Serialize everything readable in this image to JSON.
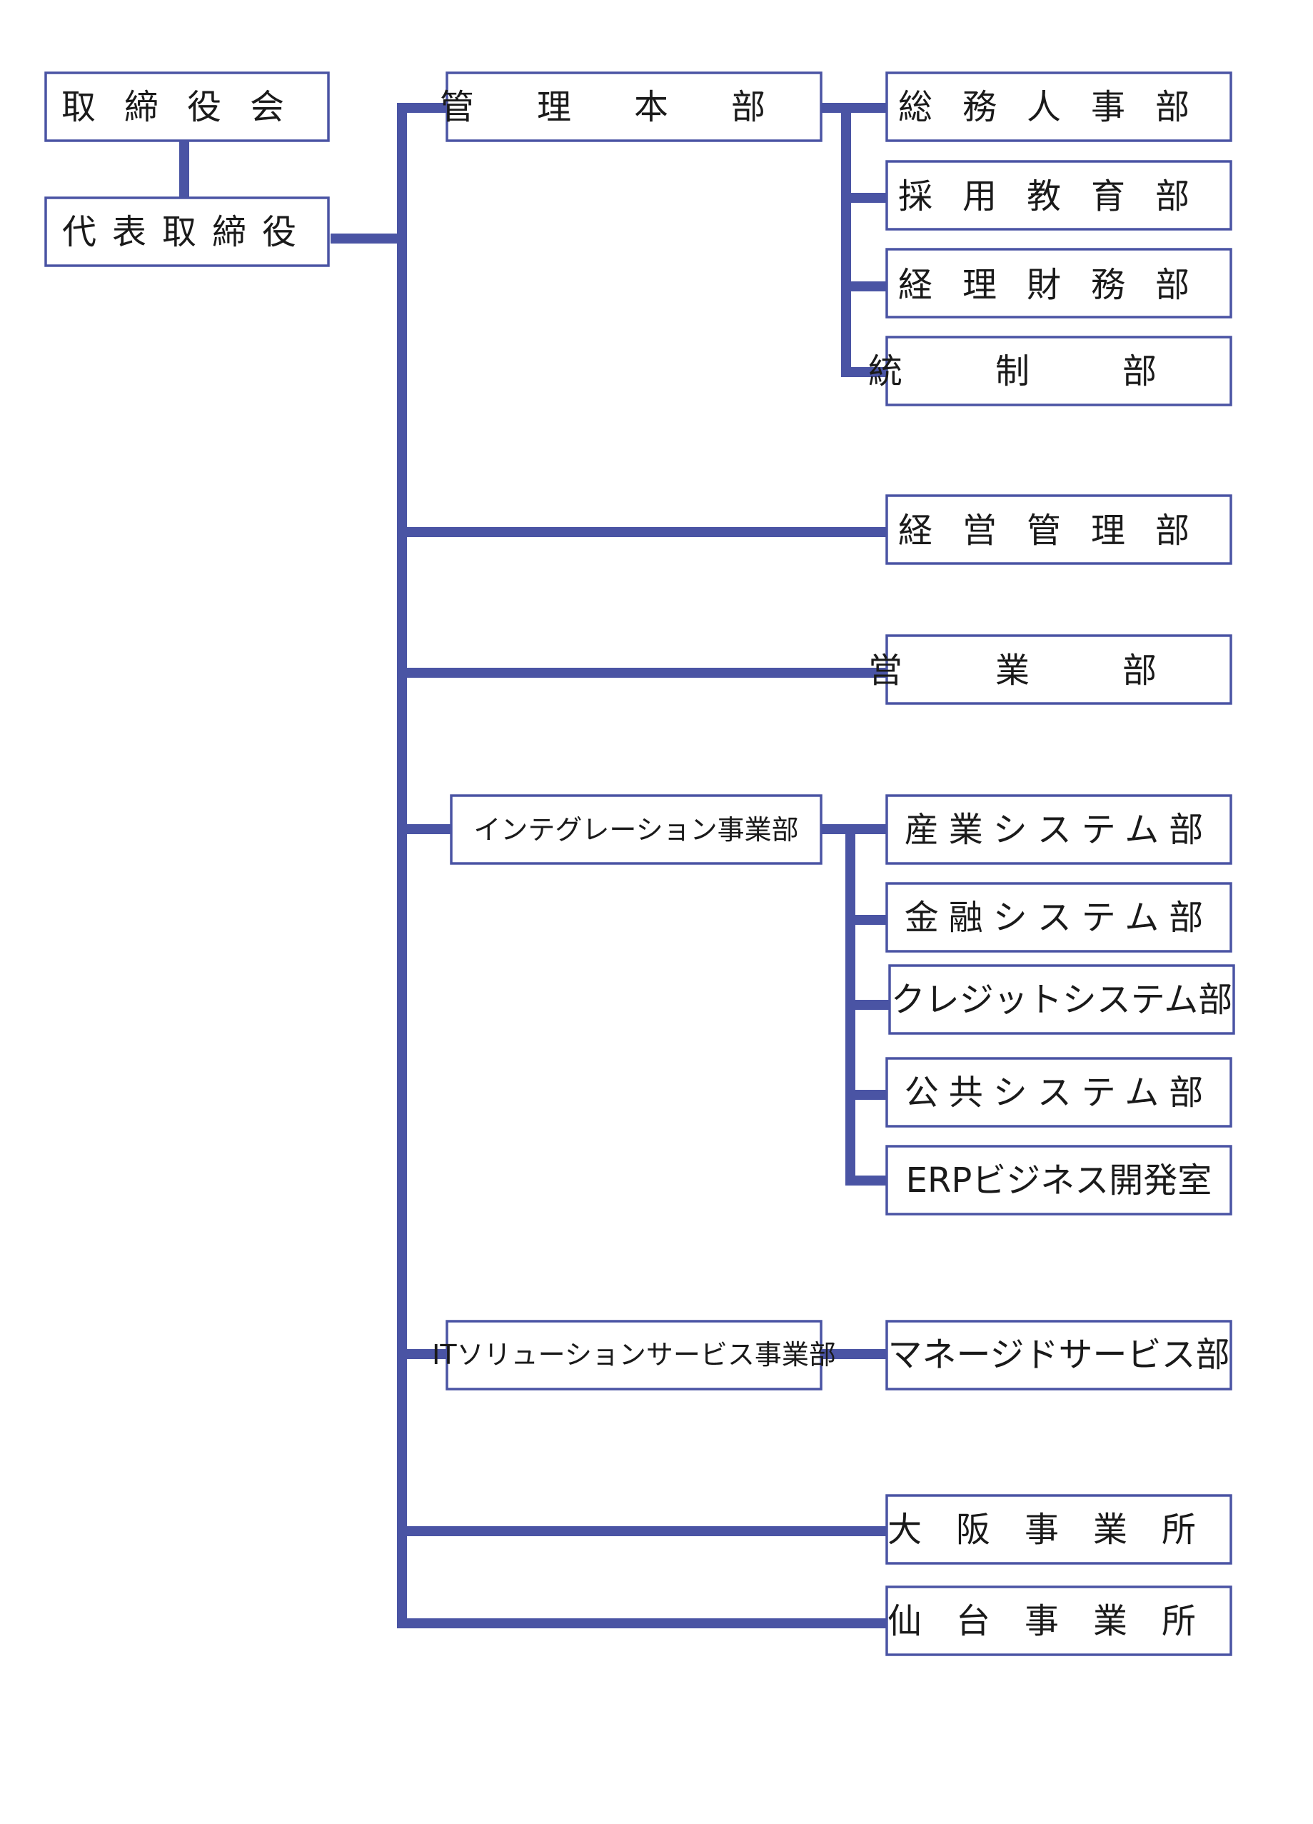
{
  "colors": {
    "line": "#4a54a4",
    "box_border": "#4a54a4",
    "text": "#1a1a1a",
    "background": "#ffffff"
  },
  "nodes": {
    "board": "取締役会",
    "president": "代表取締役",
    "admin_hq": "管理本部",
    "general_affairs": "総務人事部",
    "recruit_edu": "採用教育部",
    "accounting": "経理財務部",
    "control": "統制部",
    "mgmt_admin": "経営管理部",
    "sales": "営業部",
    "integration": "インテグレーション事業部",
    "industrial": "産業システム部",
    "financial": "金融システム部",
    "credit": "クレジットシステム部",
    "public": "公共システム部",
    "erp": "ERPビジネス開発室",
    "it_solution": "ITソリューションサービス事業部",
    "managed": "マネージドサービス部",
    "osaka": "大阪事業所",
    "sendai": "仙台事業所"
  }
}
